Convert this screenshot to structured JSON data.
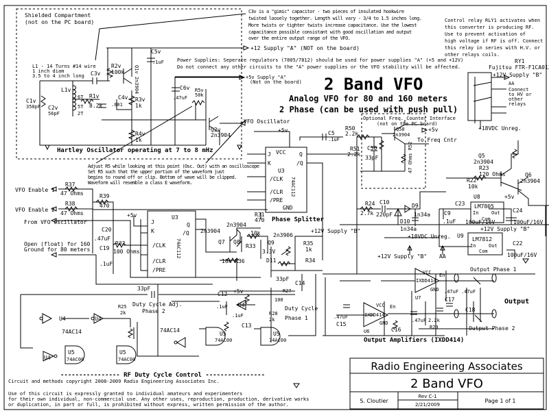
{
  "notes": {
    "shielded_1": "Shielded Compartment",
    "shielded_2": "(not on the PC board)",
    "c3v": [
      "C3v is a \"gimic\" capacitor - two pieces of insulated hookwire",
      "twisted loosely together.  Length will vary - 3/4 to 1.5 inches long.",
      "More twists or tighter twists increase capacitance.  Use the lowest",
      "capacitance possible consistant with good oscillation and output",
      "over the entire output range of the VFO."
    ],
    "relay": [
      "Control relay RLY1 activates when",
      "this converter is producing RF.",
      "Use to prevent activation of",
      "high voltage if RF is off.  Connect",
      "this relay in series with H.V. or",
      "other relays coils."
    ],
    "power": [
      "Power Supplies:  Seperate regulators (7805/7812) should be used for power supplies \"A\" (+5 and +12V)",
      "Do not connect any other circuits to the \"A\" power supplies or the VFO stability will be affected."
    ],
    "adjust": [
      "Adjust R5 while looking at this point (Osc. Out) with an oscilloscope",
      "Set R5 such that the upper portion of the waveform just",
      "begins to round off or clip. Bottom of wave will be clipped.",
      "Waveform will resemble a class E waveform."
    ],
    "coil": [
      "L1 - 14 Turns #14 wire",
      "1 inch diam",
      "3.5 to 4 inch long"
    ],
    "copyright": "Circuit and methods copyright 2008-2009 Radio Engineering Associates Inc.",
    "usage": [
      "Use of this circuit is expressly granted to individual amateurs and experimenters",
      "for their own individual, non-commercial use.  Any other uses, reproduction, production, derivative works",
      "or duplication, in part or full, is prohibited without express, written permission of the author."
    ]
  },
  "titles": {
    "main": "2 Band VFO",
    "sub1": "Analog VFO for 80 and 160 meters",
    "sub2": "2 Phase (can be used with push pull)"
  },
  "sections": {
    "hartley": "Hartley Oscillator operating at 7  to 8 mHz",
    "phase_splitter": "Phase Splitter",
    "duty_cycle": "---------------- RF Duty Cycle Control ----------------",
    "output_amps": "Output Amplifiers (IXDD414)",
    "counter_1": "Optional Freq. Counter Interface",
    "counter_2": "(not on the PC board)"
  },
  "signals": {
    "supply12a": "+12 Supply \"A\" (NOT on the board)",
    "supply5a_1": "+5v Supply \"A\"",
    "supply5a_2": "(Not on the board)",
    "vfo_osc": "VFO Oscillator",
    "vfo_en1": "VFO Enable 1",
    "vfo_en2": "VFO Enable 2",
    "from_vfo": "From VFO Oscillator",
    "band_1": "Open (float) for 160",
    "band_2": "Ground for 80 meters",
    "to_freq": "To Freq Cntr",
    "plus5": "+5v",
    "supply12b": "+12V Supply \"B\"",
    "aa": "AA",
    "hv_1": "Connect",
    "hv_2": "to HV or",
    "hv_3": "other",
    "hv_4": "relays",
    "unreg": "+18VDC Unreg.",
    "out_p1": "Output Phase 1",
    "out_p2": "Output Phase 2",
    "output": "Output"
  },
  "relay": {
    "name": "RY1",
    "part": "Fujitsu FTR-F1CA012V"
  },
  "components": {
    "c1v": "C1v",
    "c1v_v": "350pF",
    "c2v": "C2v",
    "c2v_v": "56pF",
    "l1v": "L1v",
    "t6": "6T",
    "t5": "5T",
    "t2": "2T",
    "c3v": "C3v",
    "r2v": "R2v",
    "r2v_v": "100k",
    "q1v": "Q1v 2n3904",
    "c5v": "C5v",
    "c5v_v": ".1uF",
    "r1v": "R1v",
    "r1v_v": "8.2k",
    "c4v": "C4v",
    "c4v_v": ".001",
    "r3v": "R3v",
    "r3v_v": "1k",
    "r4v": "R4v",
    "r4v_v": "1k",
    "c6v": "C6v",
    "c6v_v": ".47uF",
    "r5v": "R5v",
    "r5v_v": "50k",
    "q2v": "Q2v",
    "q2v_v": "2n3904",
    "r50": "R50",
    "r50_v": "2.2k",
    "r51": "R51",
    "r51_v": "2.2k",
    "c50": "C50",
    "c50_v": "33pF",
    "q50": "Q50",
    "q50_v": "2n3904",
    "r52": "47 Ohms R52",
    "c5": "C5",
    "c5_v": ".1uF",
    "u3": "U3",
    "ic112": "74AC112",
    "vcc": "VCC",
    "gnd": "GND",
    "j": "J",
    "k": "K",
    "clk": "/CLK",
    "clr": "/CLR",
    "pre": "/PRE",
    "q": "Q",
    "nq": "/Q",
    "r31": "R31",
    "r31_v": "470",
    "r37": "R37",
    "r37_v": "47 Ohms",
    "r38": "R38",
    "r38_v": "47 Ohms",
    "r39": "R39",
    "r39_v": "470",
    "c20": "C20",
    "c20_v": ".47uF",
    "c19": "C19",
    "c19_v": ".1uF",
    "r32": "R32",
    "r32_v": "100 Ohms",
    "q7": "Q7",
    "q7_v": "2n3904",
    "q8": "Q8",
    "q8_v": "2n3904",
    "r33": "R33",
    "r33_v": "10k",
    "q9": "Q9",
    "q9_v": "2n3906",
    "d11": "D11",
    "d11_v": "3.3V",
    "r35": "R35",
    "r35_v": "1k",
    "r34": "R34",
    "r36": "10k R36",
    "r24": "R24",
    "r24_v": "2.7k",
    "c10": "C10",
    "c10_v": "220pF",
    "d9": "D9",
    "d9_v": "1n34a",
    "d10": "D10",
    "d10_v": "1n34a",
    "c9": "C9",
    "c9_v": ".1uF",
    "u8": "U8",
    "lm7805": "LM7805",
    "u9": "U9",
    "lm7812": "LM7812",
    "in": "In",
    "out": "Out",
    "com": "Com",
    "c23": "C23",
    "c24": "C24",
    "c22": "C22",
    "cap100": "100uF/16V",
    "r23": "R23",
    "r23_v": "120 Ohms",
    "q5": "Q5",
    "q5_v": "2n3904",
    "q6": "Q6",
    "q6_v": "2n3904",
    "r22": "R22",
    "r22_v": "10k",
    "u4": "U4",
    "ic14": "74AC14",
    "u5": "U5",
    "ic00": "74AC00",
    "duty2_1": "Duty Cycle Adj.",
    "duty2_2": "Phase 2",
    "r25": "R25",
    "r25_v": "2k",
    "c33": "33pF",
    "c12": "C12",
    "c12_v": ".1uF",
    "c13": "C13",
    "c13_v": ".1uF",
    "c14": "C14",
    "c14_v": "33pF",
    "r27": "R27",
    "r27_v": "100",
    "r28": "R28",
    "r28_v": "2k",
    "duty1_1": "Duty Cycle",
    "duty1_2": "Phase 1",
    "u6": "U6",
    "u7": "U7",
    "ixdd": "IXDD414",
    "en": "En",
    "gnd2": "GND",
    "c15": "C15",
    "c16": "C16",
    "c17": "C17",
    "c18": "C18",
    "cap47": ".47uF",
    "r29": "R29",
    "r29_v": "2.2k"
  },
  "title_block": {
    "company": "Radio Engineering Associates",
    "title": "2 Band VFO",
    "author": "S. Cloutier",
    "rev": "Rev C-1",
    "date": "2/21/2009",
    "page": "Page 1 of 1"
  }
}
